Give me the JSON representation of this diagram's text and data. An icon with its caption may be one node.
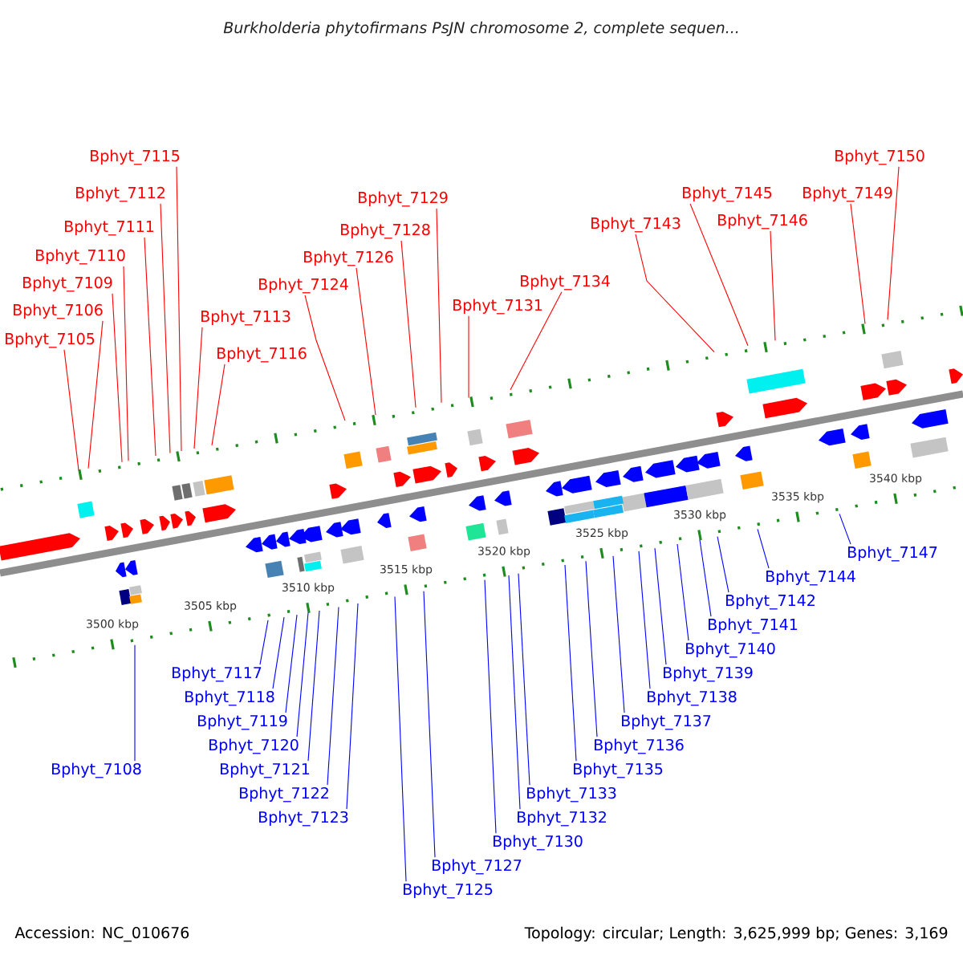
{
  "diagram": {
    "title": "Burkholderia phytofirmans PsJN chromosome 2, complete sequen...",
    "nodes": [
      {
        "text": [
          "Bphyt_7105"
        ]
      },
      {
        "text": [
          "Bphyt_7106"
        ]
      },
      {
        "text": [
          "Bphyt_7109"
        ]
      },
      {
        "text": [
          "Bphyt_7110"
        ]
      },
      {
        "text": [
          "Bphyt_7111"
        ]
      },
      {
        "text": [
          "Bphyt_7112"
        ]
      },
      {
        "text": [
          "Bphyt_7113"
        ]
      },
      {
        "text": [
          "Bphyt_7115"
        ]
      },
      {
        "text": [
          "Bphyt_7116"
        ]
      },
      {
        "text": [
          "Bphyt_7124"
        ]
      },
      {
        "text": [
          "Bphyt_7126"
        ]
      },
      {
        "text": [
          "Bphyt_7128"
        ]
      },
      {
        "text": [
          "Bphyt_7129"
        ]
      },
      {
        "text": [
          "Bphyt_7131"
        ]
      },
      {
        "text": [
          "Bphyt_7134"
        ]
      },
      {
        "text": [
          "Bphyt_7143"
        ]
      },
      {
        "text": [
          "Bphyt_7145"
        ]
      },
      {
        "text": [
          "Bphyt_7146"
        ]
      },
      {
        "text": [
          "Bphyt_7149"
        ]
      },
      {
        "text": [
          "Bphyt_7150"
        ]
      },
      {
        "text": [
          "Bphyt_7108"
        ]
      },
      {
        "text": [
          "Bphyt_7117"
        ]
      },
      {
        "text": [
          "Bphyt_7118"
        ]
      },
      {
        "text": [
          "Bphyt_7119"
        ]
      },
      {
        "text": [
          "Bphyt_7120"
        ]
      },
      {
        "text": [
          "Bphyt_7121"
        ]
      },
      {
        "text": [
          "Bphyt_7122"
        ]
      },
      {
        "text": [
          "Bphyt_7123"
        ]
      },
      {
        "text": [
          "Bphyt_7125"
        ]
      },
      {
        "text": [
          "Bphyt_7127"
        ]
      },
      {
        "text": [
          "Bphyt_7130"
        ]
      },
      {
        "text": [
          "Bphyt_7132"
        ]
      },
      {
        "text": [
          "Bphyt_7133"
        ]
      },
      {
        "text": [
          "Bphyt_7135"
        ]
      },
      {
        "text": [
          "Bphyt_7136"
        ]
      },
      {
        "text": [
          "Bphyt_7137"
        ]
      },
      {
        "text": [
          "Bphyt_7138"
        ]
      },
      {
        "text": [
          "Bphyt_7139"
        ]
      },
      {
        "text": [
          "Bphyt_7140"
        ]
      },
      {
        "text": [
          "Bphyt_7141"
        ]
      },
      {
        "text": [
          "Bphyt_7142"
        ]
      },
      {
        "text": [
          "Bphyt_7144"
        ]
      },
      {
        "text": [
          "Bphyt_7147"
        ]
      }
    ],
    "edges": [
      {
        "from": 0,
        "to": null,
        "arrow": "none",
        "color": "#ff0000"
      },
      {
        "from": 1,
        "to": null,
        "arrow": "none",
        "color": "#ff0000"
      },
      {
        "from": 2,
        "to": null,
        "arrow": "none",
        "color": "#ff0000"
      },
      {
        "from": 3,
        "to": null,
        "arrow": "none",
        "color": "#ff0000"
      },
      {
        "from": 4,
        "to": null,
        "arrow": "none",
        "color": "#ff0000"
      },
      {
        "from": 5,
        "to": null,
        "arrow": "none",
        "color": "#ff0000"
      },
      {
        "from": 6,
        "to": null,
        "arrow": "none",
        "color": "#ff0000"
      },
      {
        "from": 7,
        "to": null,
        "arrow": "none",
        "color": "#ff0000"
      },
      {
        "from": 8,
        "to": null,
        "arrow": "none",
        "color": "#ff0000"
      },
      {
        "from": 9,
        "to": null,
        "arrow": "none",
        "color": "#ff0000"
      },
      {
        "from": 10,
        "to": null,
        "arrow": "none",
        "color": "#ff0000"
      },
      {
        "from": 11,
        "to": null,
        "arrow": "none",
        "color": "#ff0000"
      },
      {
        "from": 12,
        "to": null,
        "arrow": "none",
        "color": "#ff0000"
      },
      {
        "from": 13,
        "to": null,
        "arrow": "none",
        "color": "#ff0000"
      },
      {
        "from": 14,
        "to": null,
        "arrow": "none",
        "color": "#ff0000"
      },
      {
        "from": 15,
        "to": null,
        "arrow": "none",
        "color": "#ff0000"
      },
      {
        "from": 16,
        "to": null,
        "arrow": "none",
        "color": "#ff0000"
      },
      {
        "from": 17,
        "to": null,
        "arrow": "none",
        "color": "#ff0000"
      },
      {
        "from": 18,
        "to": null,
        "arrow": "none",
        "color": "#ff0000"
      },
      {
        "from": 19,
        "to": null,
        "arrow": "none",
        "color": "#ff0000"
      },
      {
        "from": 20,
        "to": null,
        "arrow": "none"
      },
      {
        "from": 21,
        "to": null,
        "arrow": "none"
      },
      {
        "from": 22,
        "to": null,
        "arrow": "none"
      },
      {
        "from": 23,
        "to": null,
        "arrow": "none"
      },
      {
        "from": 24,
        "to": null,
        "arrow": "none"
      },
      {
        "from": 25,
        "to": null,
        "arrow": "none"
      },
      {
        "from": 26,
        "to": null,
        "arrow": "none"
      },
      {
        "from": 27,
        "to": null,
        "arrow": "none"
      },
      {
        "from": 28,
        "to": null,
        "arrow": "none"
      },
      {
        "from": 29,
        "to": null,
        "arrow": "none"
      },
      {
        "from": 30,
        "to": null,
        "arrow": "none"
      },
      {
        "from": 31,
        "to": null,
        "arrow": "none"
      },
      {
        "from": 32,
        "to": null,
        "arrow": "none"
      },
      {
        "from": 33,
        "to": null,
        "arrow": "none"
      },
      {
        "from": 34,
        "to": null,
        "arrow": "none"
      },
      {
        "from": 35,
        "to": null,
        "arrow": "none"
      },
      {
        "from": 36,
        "to": null,
        "arrow": "none"
      },
      {
        "from": 37,
        "to": null,
        "arrow": "none"
      },
      {
        "from": 38,
        "to": null,
        "arrow": "none"
      },
      {
        "from": 39,
        "to": null,
        "arrow": "none"
      },
      {
        "from": 40,
        "to": null,
        "arrow": "none"
      },
      {
        "from": 41,
        "to": null,
        "arrow": "none"
      },
      {
        "from": 42,
        "to": null,
        "arrow": "none"
      }
    ],
    "labels": [
      "3500 kbp",
      "3505 kbp",
      "3510 kbp",
      "3515 kbp",
      "3520 kbp",
      "3525 kbp",
      "3530 kbp",
      "3535 kbp",
      "3540 kbp",
      "Accession: NC_010676",
      "Topology: circular; Length: 3,625,999 bp; Genes: 3,169"
    ]
  }
}
